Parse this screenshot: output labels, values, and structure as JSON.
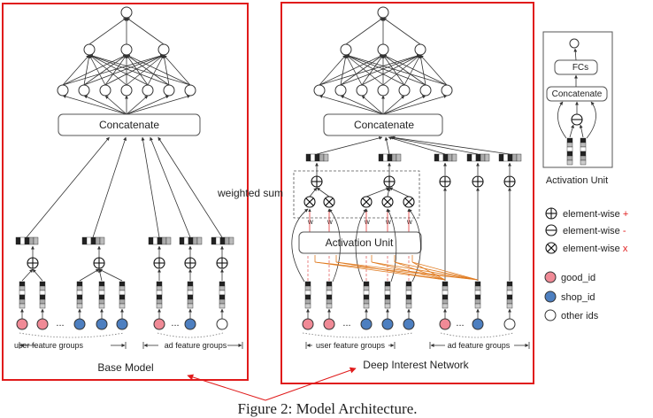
{
  "base": {
    "concatenate": "Concatenate",
    "user_groups": "user feature groups",
    "ad_groups": "ad feature groups",
    "title": "Base Model",
    "dots": "..."
  },
  "din": {
    "concatenate": "Concatenate",
    "activation": "Activation Unit",
    "weighted_sum": "weighted sum",
    "w": "w",
    "user_groups": "user feature groups",
    "ad_groups": "ad feature groups",
    "title": "Deep Interest Network",
    "dots": "..."
  },
  "act_unit": {
    "fcs": "FCs",
    "concatenate": "Concatenate",
    "title": "Activation Unit"
  },
  "legend": {
    "plus": "element-wise",
    "plus_sym": "+",
    "minus": "element-wise",
    "minus_sym": "-",
    "times": "element-wise",
    "times_sym": "x",
    "good": "good_id",
    "shop": "shop_id",
    "other": "other ids"
  },
  "caption": "Figure 2: Model Architecture.",
  "colors": {
    "red": "#e01b1b",
    "pink": "#f08a96",
    "blue": "#4d7fc0",
    "orange": "#e07b20",
    "ink": "#333333"
  }
}
